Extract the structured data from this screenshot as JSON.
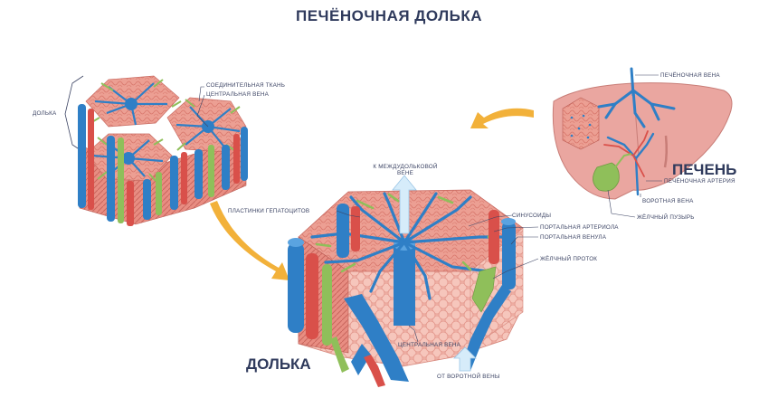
{
  "title": "ПЕЧЁНОЧНАЯ ДОЛЬКА",
  "sections": {
    "liver": "ПЕЧЕНЬ",
    "lobule": "ДОЛЬКА"
  },
  "labels": {
    "lobule_left": "ДОЛЬКА",
    "connective_tissue": "СОЕДИНИТЕЛЬНАЯ ТКАНЬ",
    "central_vein_top": "ЦЕНТРАЛЬНАЯ ВЕНА",
    "hepatic_vein": "ПЕЧЁНОЧНАЯ ВЕНА",
    "hepatic_artery": "ПЕЧЁНОЧНАЯ АРТЕРИЯ",
    "portal_vein": "ВОРОТНАЯ ВЕНА",
    "gallbladder": "ЖЁЛЧНЫЙ ПУЗЫРЬ",
    "to_interlobular_vein": "К МЕЖДУДОЛЬКОВОЙ ВЕНЕ",
    "hepatocyte_plates": "ПЛАСТИНКИ ГЕПАТОЦИТОВ",
    "sinusoids": "СИНУСОИДЫ",
    "portal_arteriole": "ПОРТАЛЬНАЯ АРТЕРИОЛА",
    "portal_venule": "ПОРТАЛЬНАЯ ВЕНУЛА",
    "bile_duct": "ЖЁЛЧНЫЙ ПРОТОК",
    "central_vein_bottom": "ЦЕНТРАЛЬНАЯ ВЕНА",
    "from_portal_vein": "ОТ ВОРОТНОЙ ВЕНЫ"
  },
  "colors": {
    "title": "#2f3a5c",
    "vein_blue": "#2f7fc6",
    "artery_red": "#d9504a",
    "bile_green": "#8fbf5a",
    "tissue_pink": "#e99a8e",
    "liver_pink": "#eaa6a0",
    "arrow_orange": "#f2b13a",
    "arrow_light_blue": "#d6ecfa"
  }
}
